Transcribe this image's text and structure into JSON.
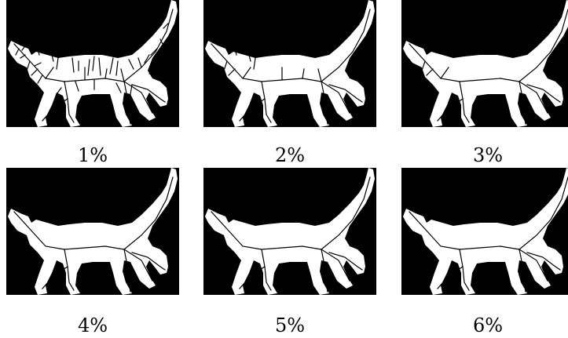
{
  "figure": {
    "panels": [
      {
        "caption": "1%"
      },
      {
        "caption": "2%"
      },
      {
        "caption": "3%"
      },
      {
        "caption": "4%"
      },
      {
        "caption": "5%"
      },
      {
        "caption": "6%"
      }
    ]
  },
  "colors": {
    "background": "#000000",
    "silhouette": "#ffffff",
    "skeleton": "#000000"
  }
}
